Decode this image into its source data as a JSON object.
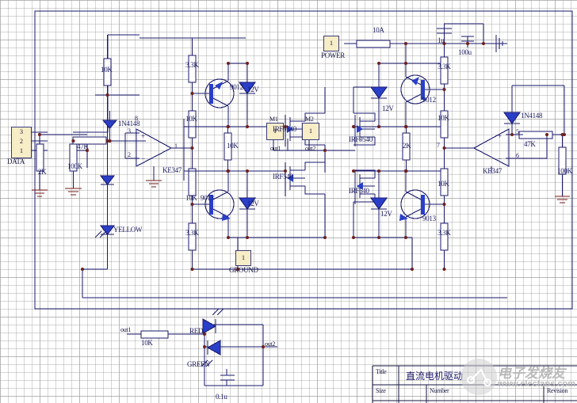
{
  "schematic": {
    "title_zh": "直流电机驱动",
    "title_label": "Title",
    "size_label": "Size",
    "number_label": "Number",
    "revision_label": "Revision",
    "watermark_text": "www.elecfans.com",
    "watermark_brand": "电子发烧友",
    "colors": {
      "wire": "#1a1a6e",
      "component_fill": "#2a3fc8",
      "grid": "#969696",
      "connector_fill": "#f7edc6",
      "text": "#16163f"
    }
  },
  "connectors": [
    {
      "name": "data-connector",
      "label": "DATA",
      "pins": [
        "3",
        "2",
        "1"
      ]
    },
    {
      "name": "power-connector",
      "label": "POWER",
      "pins": [
        "1"
      ]
    },
    {
      "name": "ground-connector",
      "label": "GROUND",
      "pins": [
        "1"
      ]
    },
    {
      "name": "motor-m1-connector",
      "label": "M1",
      "pins": [
        "1"
      ]
    },
    {
      "name": "motor-m2-connector",
      "label": "M2",
      "pins": [
        "1"
      ]
    }
  ],
  "resistors": [
    {
      "id": "r-10k-topleft",
      "value": "10K"
    },
    {
      "id": "r-47k-left",
      "value": "47K"
    },
    {
      "id": "r-2k-left",
      "value": "2K"
    },
    {
      "id": "r-100k-left",
      "value": "100K"
    },
    {
      "id": "r-33k-upper-left",
      "value": "3.3K"
    },
    {
      "id": "r-10k-upper-left-mid",
      "value": "10K"
    },
    {
      "id": "r-10k-center",
      "value": "10K"
    },
    {
      "id": "r-10k-lower-left-mid",
      "value": "10K"
    },
    {
      "id": "r-33k-lower-left",
      "value": "3.3K"
    },
    {
      "id": "r-33k-upper-right",
      "value": "3.3K"
    },
    {
      "id": "r-10k-upper-right",
      "value": "10K"
    },
    {
      "id": "r-2k-right",
      "value": "2K"
    },
    {
      "id": "r-10k-lower-right",
      "value": "10K"
    },
    {
      "id": "r-33k-lower-right",
      "value": "3.3K"
    },
    {
      "id": "r-47k-right",
      "value": "47K"
    },
    {
      "id": "r-100k-right",
      "value": "100K"
    },
    {
      "id": "r-10k-led",
      "value": "10K"
    }
  ],
  "capacitors": [
    {
      "id": "c-1u",
      "value": "1u"
    },
    {
      "id": "c-100u",
      "value": "100u"
    },
    {
      "id": "c-01u",
      "value": "0.1u"
    }
  ],
  "fuse": {
    "id": "fuse-10a",
    "value": "10A"
  },
  "diodes": [
    {
      "id": "d-1n4148-left",
      "value": "1N4148"
    },
    {
      "id": "d-1n4148-right",
      "value": "1N4148"
    },
    {
      "id": "d-zener-left-1",
      "value": ""
    },
    {
      "id": "d-led-yellow",
      "value": "YELLOW"
    },
    {
      "id": "d-12v-upper-left",
      "value": "12V"
    },
    {
      "id": "d-12v-lower-left",
      "value": "12V"
    },
    {
      "id": "d-12v-upper-right",
      "value": "12V"
    },
    {
      "id": "d-12v-lower-right",
      "value": "12V"
    },
    {
      "id": "d-led-red",
      "value": "RED"
    },
    {
      "id": "d-led-green",
      "value": "GREEN"
    }
  ],
  "transistors": [
    {
      "id": "q-9012-upper-left",
      "value": "9012"
    },
    {
      "id": "q-9013-lower-left",
      "value": "9013"
    },
    {
      "id": "q-9012-upper-right",
      "value": "9012"
    },
    {
      "id": "q-9013-lower-right",
      "value": "9013"
    }
  ],
  "mosfets": [
    {
      "id": "m-irf9540-left-top",
      "value": "IRF9540"
    },
    {
      "id": "m-irf540-left-bot",
      "value": "IRF540"
    },
    {
      "id": "m-irf9540-right-top",
      "value": "IRF9540"
    },
    {
      "id": "m-irf540-right-bot",
      "value": "IRF540"
    }
  ],
  "opamps": [
    {
      "id": "u-ke347-left",
      "value": "KE347",
      "pins": [
        "3",
        "2",
        "1",
        "8"
      ]
    },
    {
      "id": "u-ke347-right",
      "value": "KE347",
      "pins": [
        "5",
        "6",
        "7"
      ]
    }
  ],
  "nets": [
    {
      "id": "net-out1",
      "label": "out1"
    },
    {
      "id": "net-out2",
      "label": "out2"
    },
    {
      "id": "net-out1-led",
      "label": "out1"
    },
    {
      "id": "net-out2-led",
      "label": "out2"
    }
  ]
}
